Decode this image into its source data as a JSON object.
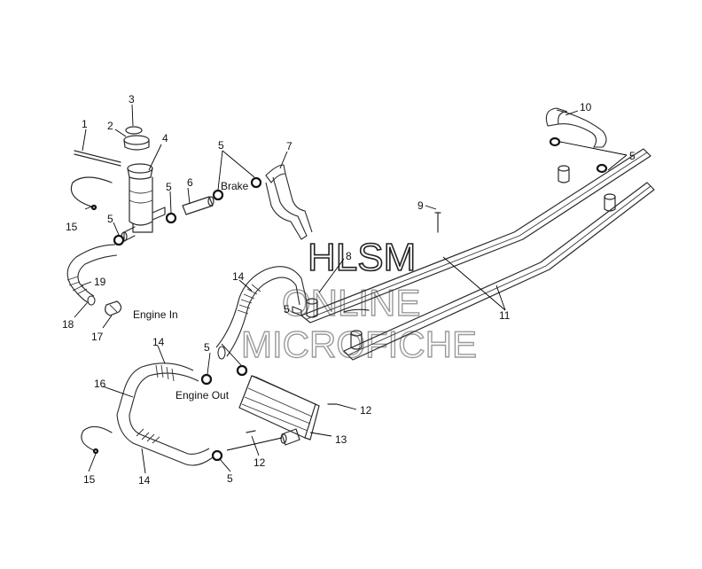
{
  "callouts": {
    "c1": "1",
    "c2": "2",
    "c3": "3",
    "c4": "4",
    "c5a": "5",
    "c5b": "5",
    "c5c": "5",
    "c5d": "5",
    "c5e": "5",
    "c5f": "5",
    "c5g": "5",
    "c6": "6",
    "c7": "7",
    "c8": "8",
    "c9": "9",
    "c10": "10",
    "c11": "11",
    "c12a": "12",
    "c12b": "12",
    "c13": "13",
    "c14a": "14",
    "c14b": "14",
    "c14c": "14",
    "c15a": "15",
    "c15b": "15",
    "c16": "16",
    "c17": "17",
    "c18": "18",
    "c19": "19"
  },
  "labels": {
    "brake": "Brake",
    "engine_in": "Engine In",
    "engine_out": "Engine Out"
  },
  "watermark": {
    "line1": "HLSM",
    "line2": "ONLINE",
    "line3": "MICROFICHE"
  }
}
